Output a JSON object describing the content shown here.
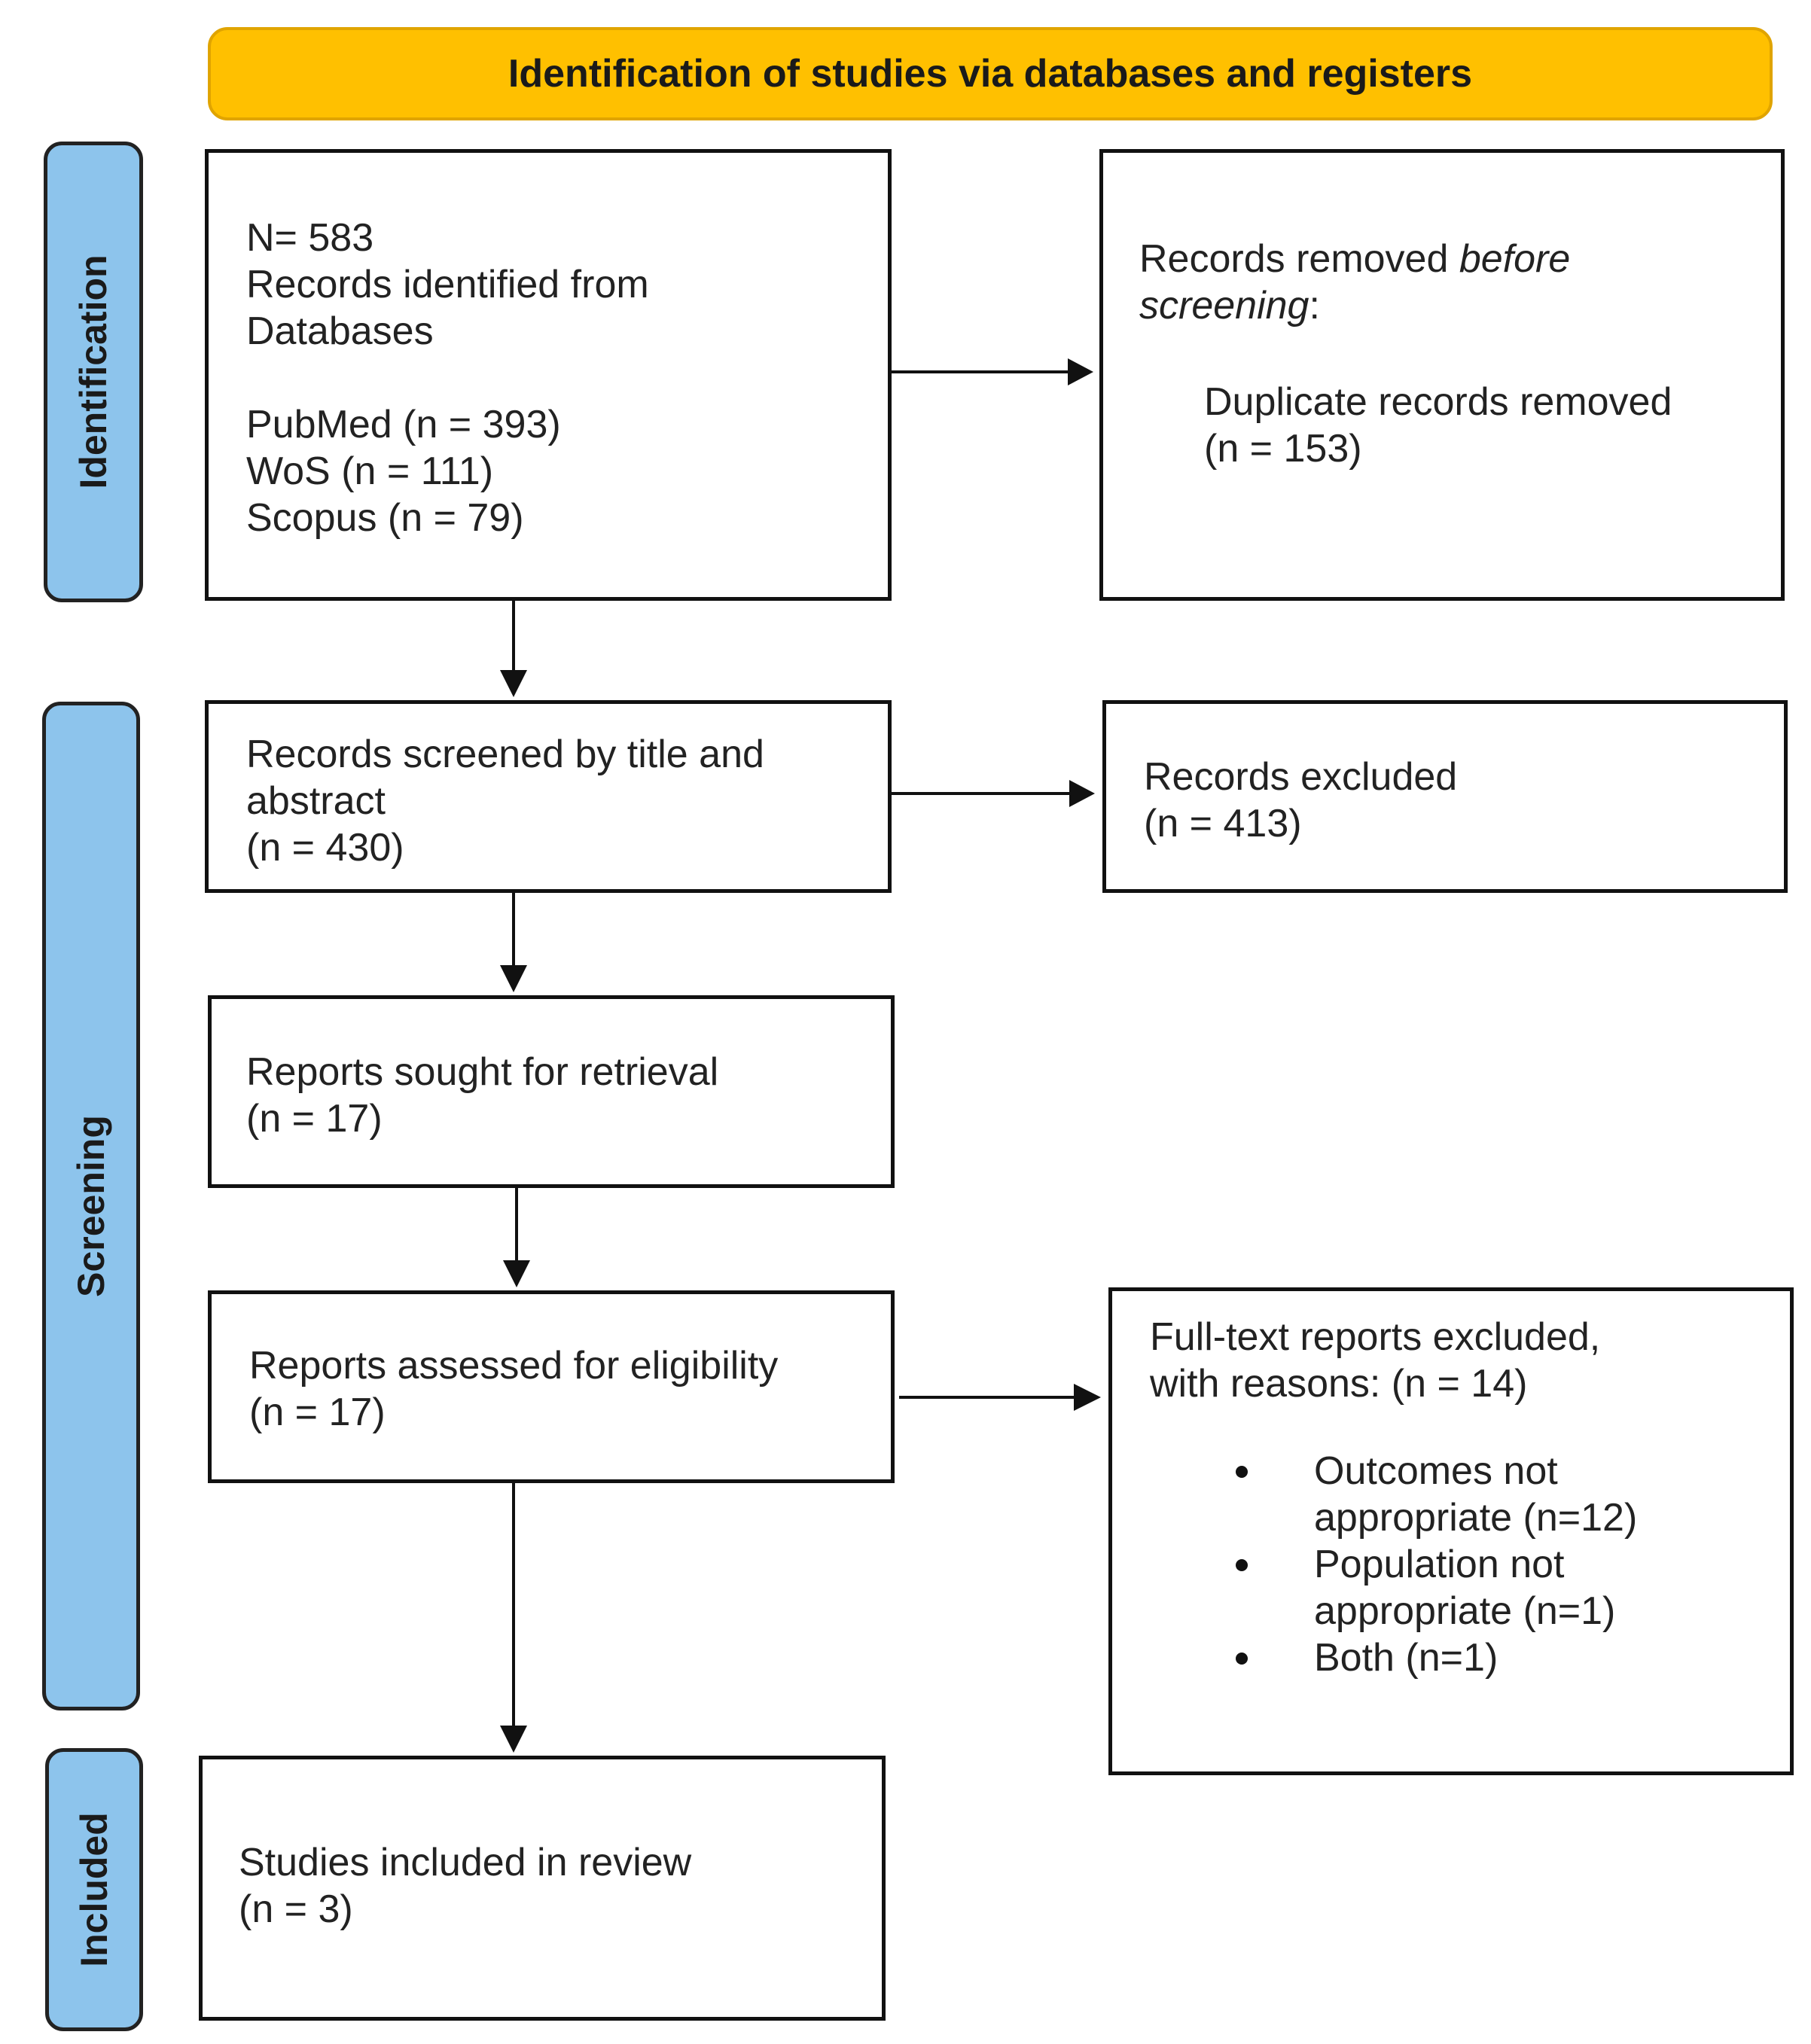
{
  "header": {
    "title": "Identification of studies via databases and registers"
  },
  "phases": {
    "identification": "Identification",
    "screening": "Screening",
    "included": "Included"
  },
  "boxes": {
    "identified": {
      "line1": "N= 583",
      "line2": "Records identified from",
      "line3": "Databases",
      "sources": [
        "PubMed (n = 393)",
        "WoS (n = 111)",
        "Scopus (n = 79)"
      ]
    },
    "removed": {
      "prefix": "Records removed ",
      "italic1": "before",
      "italic2": "screening",
      "suffix": ":",
      "detail": "Duplicate records removed",
      "count": "(n = 153)"
    },
    "screened": {
      "line1": "Records screened by title and",
      "line2": "abstract",
      "count": "(n = 430)"
    },
    "excluded": {
      "line1": "Records excluded",
      "count": "(n = 413)"
    },
    "sought": {
      "line1": "Reports sought for retrieval",
      "count": "(n = 17)"
    },
    "assessed": {
      "line1": "Reports assessed for eligibility",
      "count": "(n = 17)"
    },
    "fulltext_excluded": {
      "line1": "Full-text reports excluded,",
      "line2": "with reasons: (n = 14)",
      "reasons": [
        {
          "a": "Outcomes not",
          "b": "appropriate (n=12)"
        },
        {
          "a": "Population not",
          "b": "appropriate (n=1)"
        },
        {
          "a": "Both (n=1)",
          "b": ""
        }
      ]
    },
    "included": {
      "line1": "Studies included in review",
      "count": "(n = 3)"
    }
  },
  "colors": {
    "header": "#FFC000",
    "phase": "#8DC4EC",
    "border": "#111111"
  }
}
